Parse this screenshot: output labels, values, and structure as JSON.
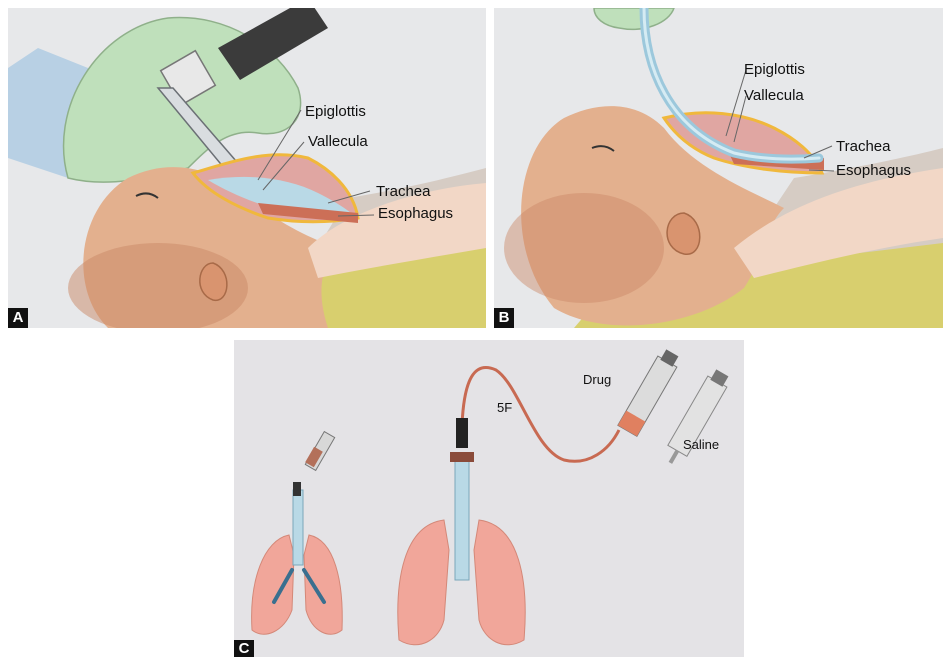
{
  "panels": {
    "a": {
      "tag": "A",
      "labels": {
        "epiglottis": "Epiglottis",
        "vallecula": "Vallecula",
        "trachea": "Trachea",
        "esophagus": "Esophagus"
      }
    },
    "b": {
      "tag": "B",
      "labels": {
        "epiglottis": "Epiglottis",
        "vallecula": "Vallecula",
        "trachea": "Trachea",
        "esophagus": "Esophagus"
      }
    },
    "c": {
      "tag": "C",
      "labels": {
        "catheter": "5F",
        "drug": "Drug",
        "saline": "Saline"
      }
    }
  },
  "colors": {
    "skin": "#e3b08e",
    "skin_shadow": "#c98866",
    "glove": "#bfe0bb",
    "airway": "#b9d9e6",
    "tissue": "#e0a6a2",
    "fat": "#f0b83c",
    "lung": "#f1a69a",
    "catheter": "#c86a52",
    "blanket": "#d8cf6e"
  }
}
